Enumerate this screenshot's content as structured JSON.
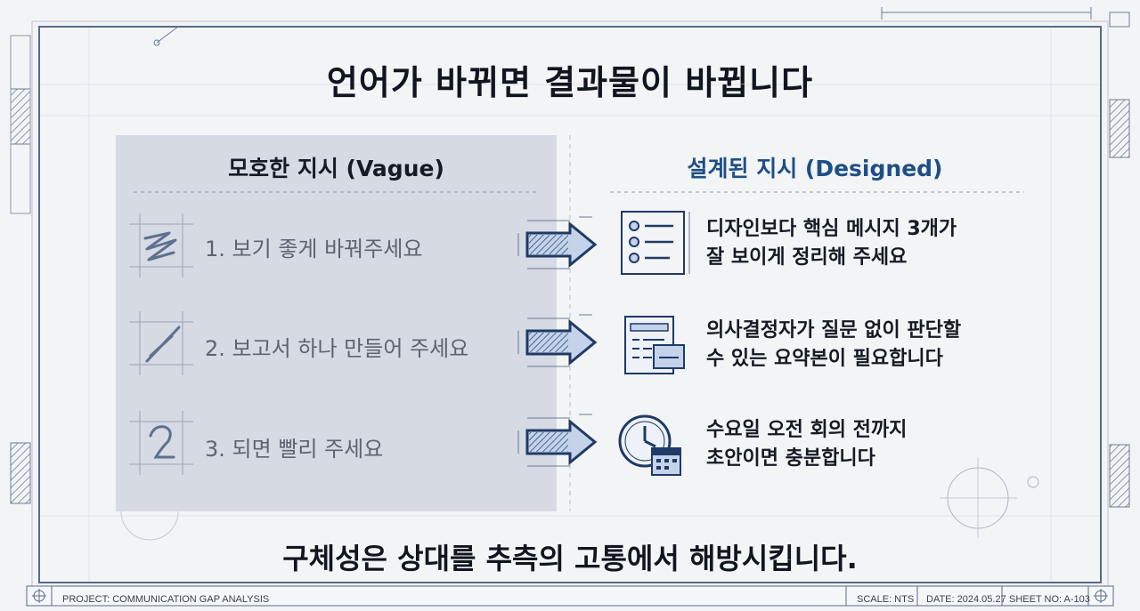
{
  "title": "언어가 바뀌면 결과물이 바뀝니다",
  "vague": {
    "heading": "모호한 지시 (Vague)",
    "items": [
      {
        "text": "1. 보기 좋게 바꿔주세요",
        "icon": "scribble-icon"
      },
      {
        "text": "2. 보고서 하나 만들어 주세요",
        "icon": "pen-stroke-icon"
      },
      {
        "text": "3. 되면 빨리 주세요",
        "icon": "question-mark-icon"
      }
    ]
  },
  "designed": {
    "heading": "설계된 지시 (Designed)",
    "items": [
      {
        "lines": [
          "디자인보다 핵심 메시지 3개가",
          "잘 보이게 정리해 주세요"
        ],
        "icon": "bullet-list-icon"
      },
      {
        "lines": [
          "의사결정자가 질문 없이 판단할",
          "수 있는 요약본이 필요합니다"
        ],
        "icon": "document-summary-icon"
      },
      {
        "lines": [
          "수요일 오전 회의 전까지",
          "초안이면 충분합니다"
        ],
        "icon": "clock-calendar-icon"
      }
    ]
  },
  "conclusion": "구체성은 상대를 추측의 고통에서 해방시킵니다.",
  "title_block": {
    "project": "PROJECT: COMMUNICATION GAP ANALYSIS",
    "scale": "SCALE: NTS",
    "date": "DATE: 2024.05.27",
    "sheet": "SHEET NO: A-103"
  },
  "colors": {
    "background": "#f3f4f6",
    "panel": "#d5dae3",
    "accent_blue": "#1d4f86",
    "line": "#4a5a78"
  }
}
